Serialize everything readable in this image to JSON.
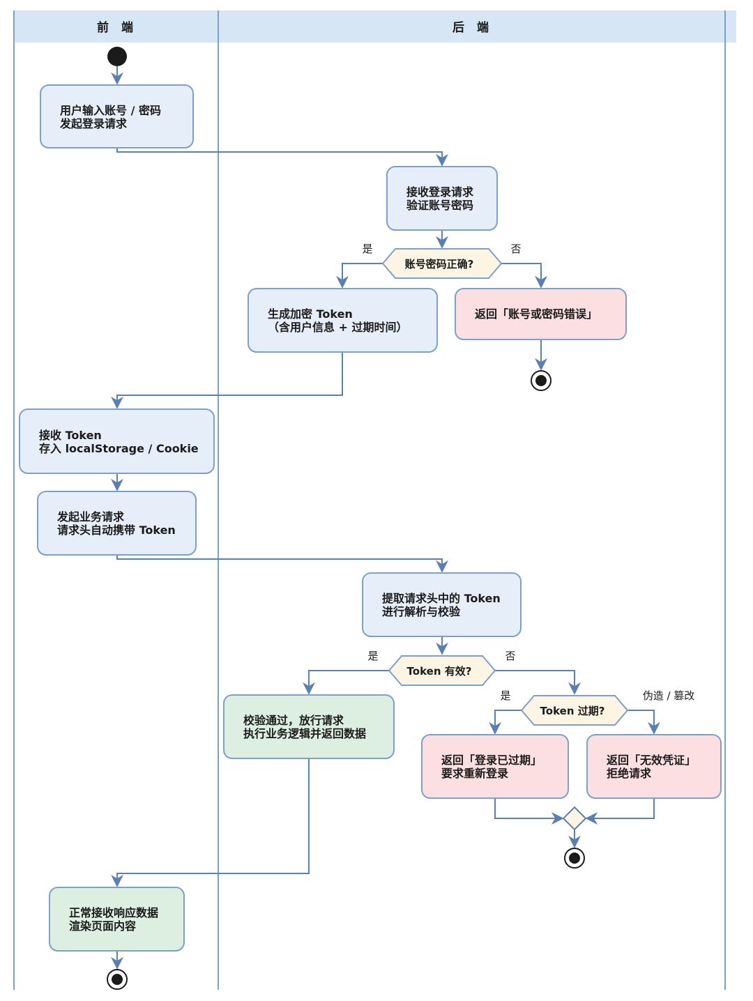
{
  "lanes": {
    "frontend": "前 端",
    "backend": "后 端"
  },
  "nodes": {
    "login_input": [
      "用户输入账号 / 密码",
      "发起登录请求"
    ],
    "receive_login": [
      "接收登录请求",
      "验证账号密码"
    ],
    "gen_token": [
      "生成加密 Token",
      "（含用户信息 + 过期时间）"
    ],
    "return_wrong": [
      "返回「账号或密码错误」"
    ],
    "store_token": [
      "接收 Token",
      "存入 localStorage / Cookie"
    ],
    "send_business": [
      "发起业务请求",
      "请求头自动携带 Token"
    ],
    "parse_token": [
      "提取请求头中的 Token",
      "进行解析与校验"
    ],
    "pass": [
      "校验通过，放行请求",
      "执行业务逻辑并返回数据"
    ],
    "expired_ret": [
      "返回「登录已过期」",
      "要求重新登录"
    ],
    "invalid_ret": [
      "返回「无效凭证」",
      "拒绝请求"
    ],
    "render": [
      "正常接收响应数据",
      "渲染页面内容"
    ]
  },
  "decisions": {
    "credentials_ok": "账号密码正确?",
    "token_valid": "Token 有效?",
    "token_expired": "Token 过期?"
  },
  "edge_labels": {
    "cred_yes": "是",
    "cred_no": "否",
    "valid_yes": "是",
    "valid_no": "否",
    "expired_yes": "是",
    "forged": "伪造 / 篡改"
  },
  "colors": {
    "lane_header": "#d6e6f5",
    "lane_border": "#7d9fc9",
    "process_fill": "#e6eef9",
    "process_stroke": "#7d9fc9",
    "error_fill": "#fbdfe1",
    "error_stroke": "#7d9fc9",
    "success_fill": "#dcefe0",
    "success_stroke": "#7d9fc9",
    "decision_fill": "#fdf5e4",
    "edge": "#5b7fb0",
    "node_dark": "#1b1b1b"
  }
}
